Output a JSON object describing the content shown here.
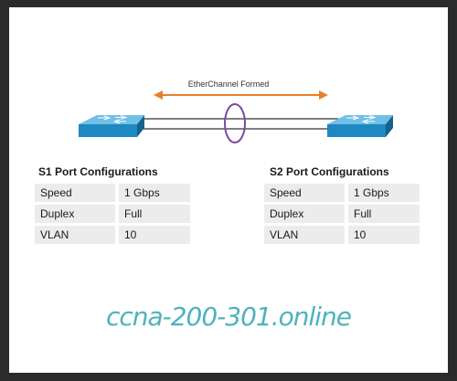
{
  "diagram": {
    "link_label": "EtherChannel Formed"
  },
  "s1": {
    "title": "S1 Port Configurations",
    "rows": [
      {
        "key": "Speed",
        "value": "1 Gbps"
      },
      {
        "key": "Duplex",
        "value": "Full"
      },
      {
        "key": "VLAN",
        "value": "10"
      }
    ]
  },
  "s2": {
    "title": "S2 Port Configurations",
    "rows": [
      {
        "key": "Speed",
        "value": "1 Gbps"
      },
      {
        "key": "Duplex",
        "value": "Full"
      },
      {
        "key": "VLAN",
        "value": "10"
      }
    ]
  },
  "watermark": "ccna-200-301.online",
  "colors": {
    "arrow": "#e8802a",
    "ellipse": "#7a4aa0",
    "switch": "#1e89c0",
    "cable": "#555555"
  }
}
